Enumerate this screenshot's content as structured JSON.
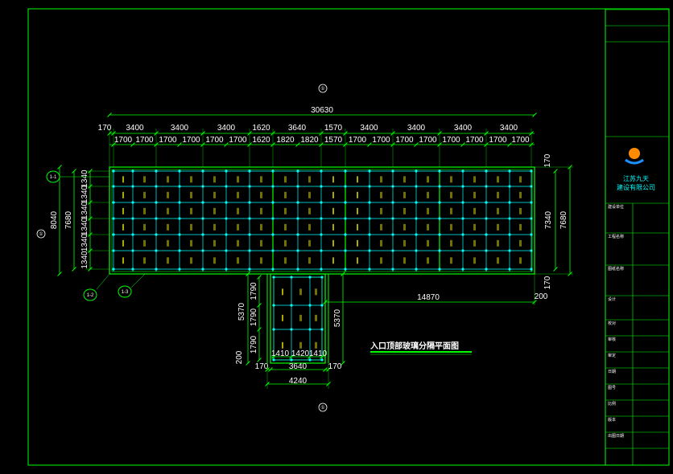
{
  "drawing": {
    "title": "入口顶部玻璃分隔平面图",
    "total_width": "30630",
    "top_dims_row1": [
      "170",
      "3400",
      "3400",
      "3400",
      "1620",
      "3640",
      "1570",
      "3400",
      "3400",
      "3400",
      "3400"
    ],
    "top_dims_row2": [
      "1700",
      "1700",
      "1700",
      "1700",
      "1700",
      "1700",
      "1620",
      "1820",
      "1820",
      "1570",
      "1700",
      "1700",
      "1700",
      "1700",
      "1700",
      "1700",
      "1700",
      "1700"
    ],
    "left_outer": "8040",
    "left_mid": "7680",
    "left_rows": [
      "1340",
      "1340",
      "1340",
      "1340",
      "1340",
      "1340"
    ],
    "right_mid": "7340",
    "right_outer": "7680",
    "right_top": "170",
    "right_bottom": "170",
    "right_200": "200",
    "span_14870": "14870",
    "ext_left_outer": "5370",
    "ext_left_rows": [
      "1790",
      "1790",
      "1790"
    ],
    "ext_right": "5370",
    "ext_200": "200",
    "ext_bottom_row1": [
      "1410",
      "1420",
      "1410"
    ],
    "ext_170_left": "170",
    "ext_3640": "3640",
    "ext_170_right": "170",
    "ext_4240": "4240",
    "axis_top": "①",
    "axis_left": "①",
    "axis_bottom": "①",
    "axis_tag_1": "1-1",
    "axis_tag_2": "1-2",
    "axis_tag_3": "1-3"
  },
  "title_block": {
    "company_line1": "江苏九天",
    "company_line2": "建设有限公司",
    "rows": [
      "建设单位",
      "工程名称",
      "图纸名称",
      "设计",
      "校对",
      "审核",
      "审定",
      "日期",
      "图号",
      "比例",
      "版本",
      "出图日期"
    ]
  },
  "colors": {
    "frame": "#00ff00",
    "dimension": "#00ff00",
    "grid_line": "#00ffff",
    "node": "#00ffff",
    "glass_mark": "#ffff00",
    "text": "#ffffff",
    "logo_orange": "#ff8c00",
    "logo_blue": "#1e90ff"
  }
}
